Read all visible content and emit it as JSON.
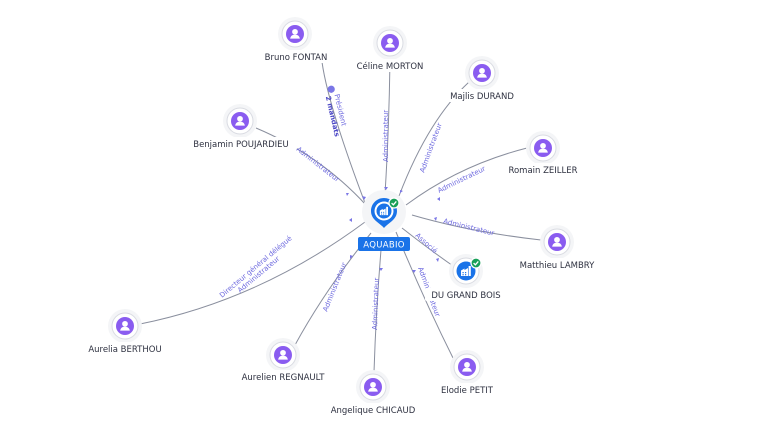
{
  "center": {
    "label": "AQUABIO",
    "icon": "building-icon",
    "verified": true
  },
  "company": {
    "label": "DU GRAND BOIS",
    "icon": "building-icon",
    "verified": true
  },
  "people": [
    {
      "key": "fontan",
      "name": "Bruno FONTAN",
      "role": "Président",
      "extra": "2 mandats"
    },
    {
      "key": "morton",
      "name": "Céline MORTON",
      "role": "Administrateur"
    },
    {
      "key": "durand",
      "name": "Majlis DURAND",
      "role": "Administrateur"
    },
    {
      "key": "zeiller",
      "name": "Romain ZEILLER",
      "role": "Administrateur"
    },
    {
      "key": "lambry",
      "name": "Matthieu LAMBRY",
      "role": "Administrateur"
    },
    {
      "key": "petit",
      "name": "Elodie PETIT",
      "role": "Administrateur"
    },
    {
      "key": "chicaud",
      "name": "Angelique CHICAUD",
      "role": "Administrateur"
    },
    {
      "key": "regnault",
      "name": "Aurelien REGNAULT",
      "role": "Administrateur"
    },
    {
      "key": "berthou",
      "name": "Aurelia BERTHOU",
      "role": "Directeur général délégué",
      "role2": "Administrateur"
    },
    {
      "key": "poujardieu",
      "name": "Benjamin POUJARDIEU",
      "role": "Administrateur"
    }
  ],
  "company_edge": {
    "role": "Associé"
  },
  "colors": {
    "accent": "#1a73e8",
    "person": "#8a5cf0",
    "verified": "#18a058",
    "edge_label": "#6e6adf"
  }
}
